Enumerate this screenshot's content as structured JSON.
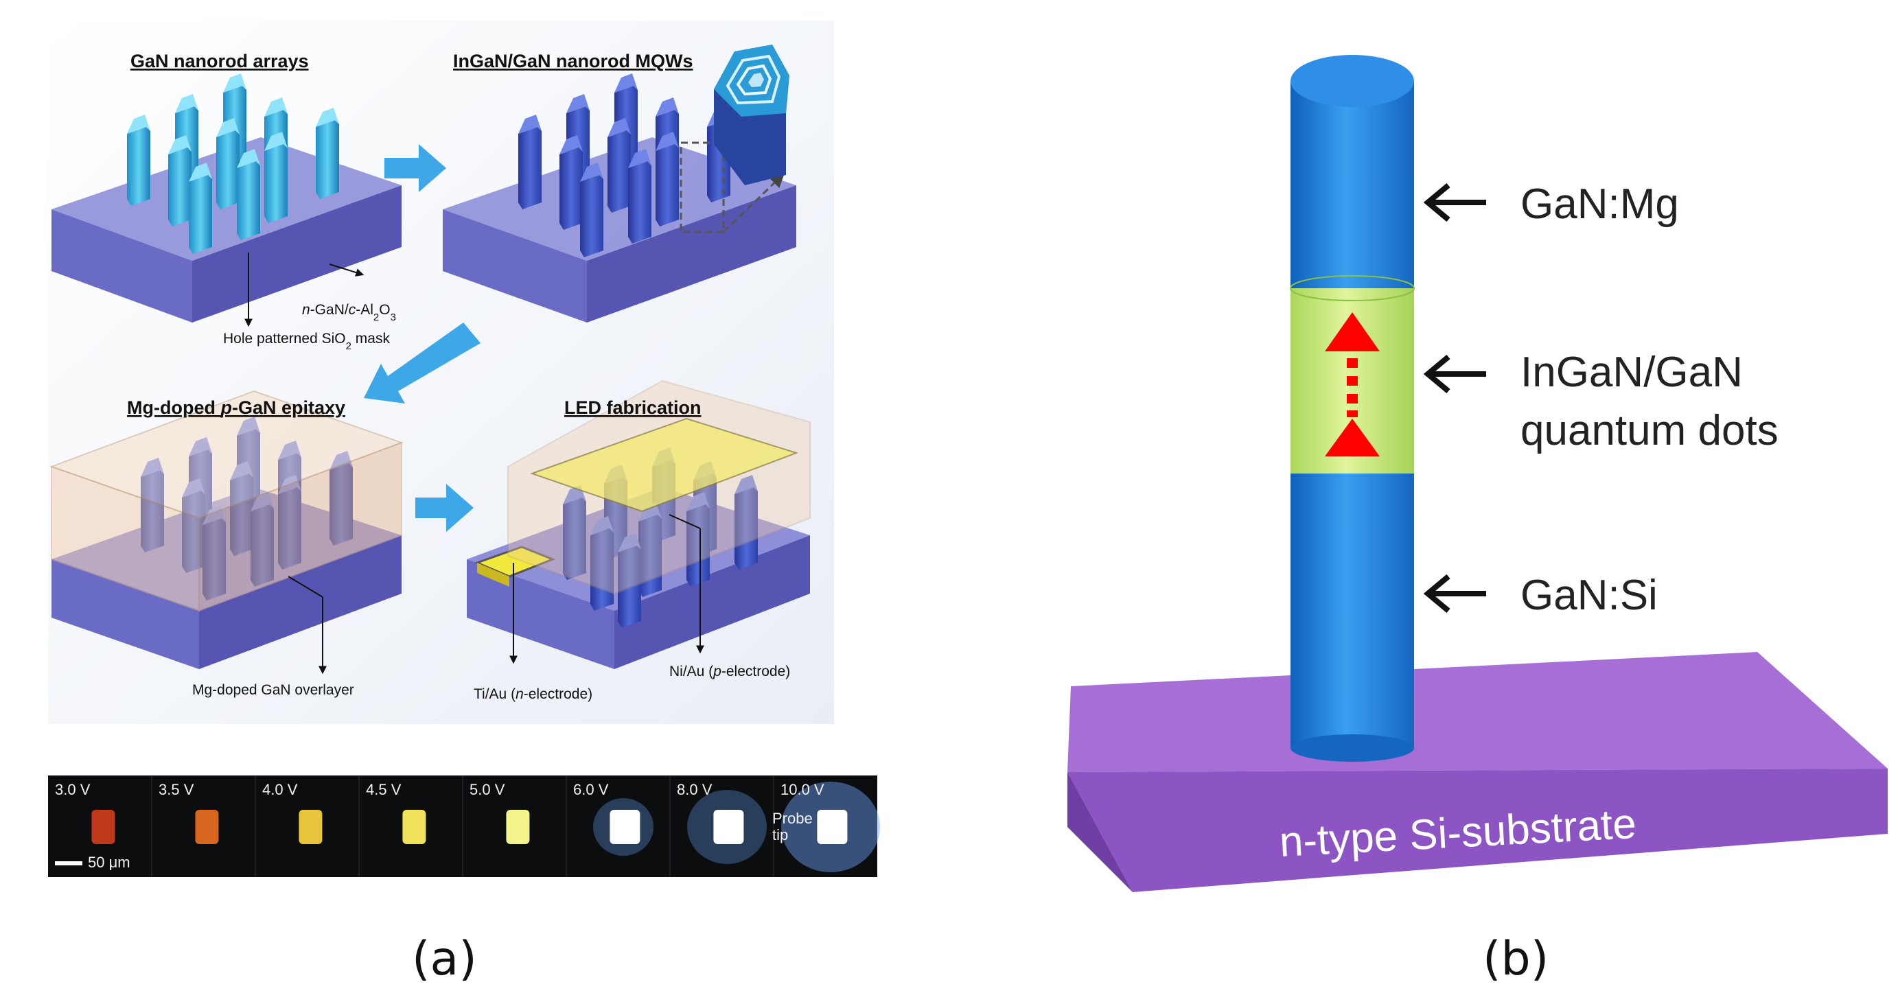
{
  "panel_a": {
    "headings": {
      "step1": "GaN nanorod arrays",
      "step2": "InGaN/GaN nanorod MQWs",
      "step3_a": "Mg-doped ",
      "step3_b": "p",
      "step3_c": "-GaN epitaxy",
      "step4": "LED fabrication"
    },
    "labels": {
      "substrate_a": "n",
      "substrate_b": "-GaN/",
      "substrate_c": "c",
      "substrate_d": "-Al",
      "substrate_e": "2",
      "substrate_f": "O",
      "substrate_g": "3",
      "mask_a": "Hole patterned SiO",
      "mask_b": "2",
      "mask_c": " mask",
      "overlayer": "Mg-doped GaN overlayer",
      "n_electrode_a": "Ti/Au (",
      "n_electrode_b": "n",
      "n_electrode_c": "-electrode)",
      "p_electrode_a": "Ni/Au (",
      "p_electrode_b": "p",
      "p_electrode_c": "-electrode)"
    },
    "el_strip": {
      "voltages": [
        "3.0 V",
        "3.5 V",
        "4.0 V",
        "4.5 V",
        "5.0 V",
        "6.0 V",
        "8.0 V",
        "10.0 V"
      ],
      "glow_colors": [
        "#c0381a",
        "#d9661e",
        "#e8c43a",
        "#f0e25a",
        "#f4f38c",
        "#ffffff",
        "#ffffff",
        "#ffffff"
      ],
      "scale_bar": "50 μm",
      "probe_line1": "Probe",
      "probe_line2": "tip"
    },
    "caption": "(a)"
  },
  "panel_b": {
    "labels": {
      "top": "GaN:Mg",
      "middle_line1": "InGaN/GaN",
      "middle_line2": "quantum dots",
      "bottom": "GaN:Si",
      "substrate": "n-type Si-substrate"
    },
    "colors": {
      "rod": "#1f7ad6",
      "qd_region": "#c9e87a",
      "arrow": "#ff0000",
      "substrate": "#a36bd6"
    },
    "caption": "(b)"
  }
}
